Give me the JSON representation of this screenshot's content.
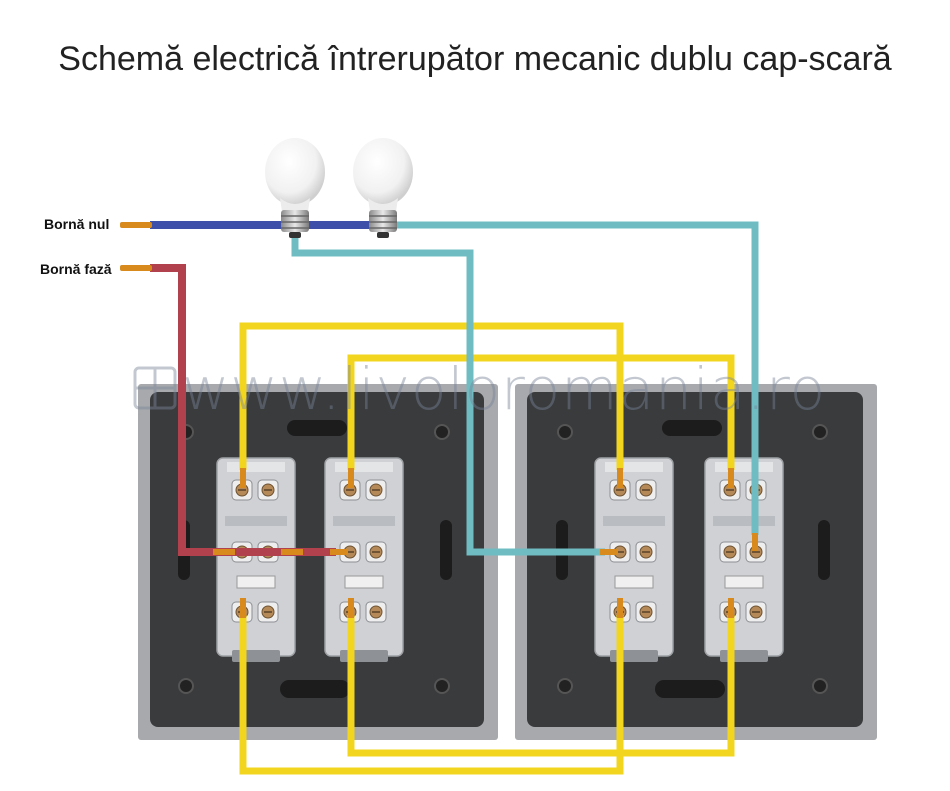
{
  "title": "Schemă electrică întrerupător mecanic dublu cap-scară",
  "labels": {
    "neutral_terminal": "Bornă nul",
    "phase_terminal": "Bornă fază"
  },
  "watermark": "www.livoloromania.ro",
  "colors": {
    "neutral_wire": "#3d4fa8",
    "phase_wire": "#b0414d",
    "lamp_return_wire": "#6fbdc2",
    "traveler_wire": "#f2d51e",
    "copper": "#d88a1c",
    "switch_frame": "#3a3b3d",
    "switch_border": "#a7a9ad",
    "terminal_block": "#cfd1d4"
  },
  "components": {
    "lamps": [
      "bulb-icon",
      "bulb-icon"
    ],
    "switch_plates": [
      "double-two-way-switch",
      "double-two-way-switch"
    ]
  }
}
